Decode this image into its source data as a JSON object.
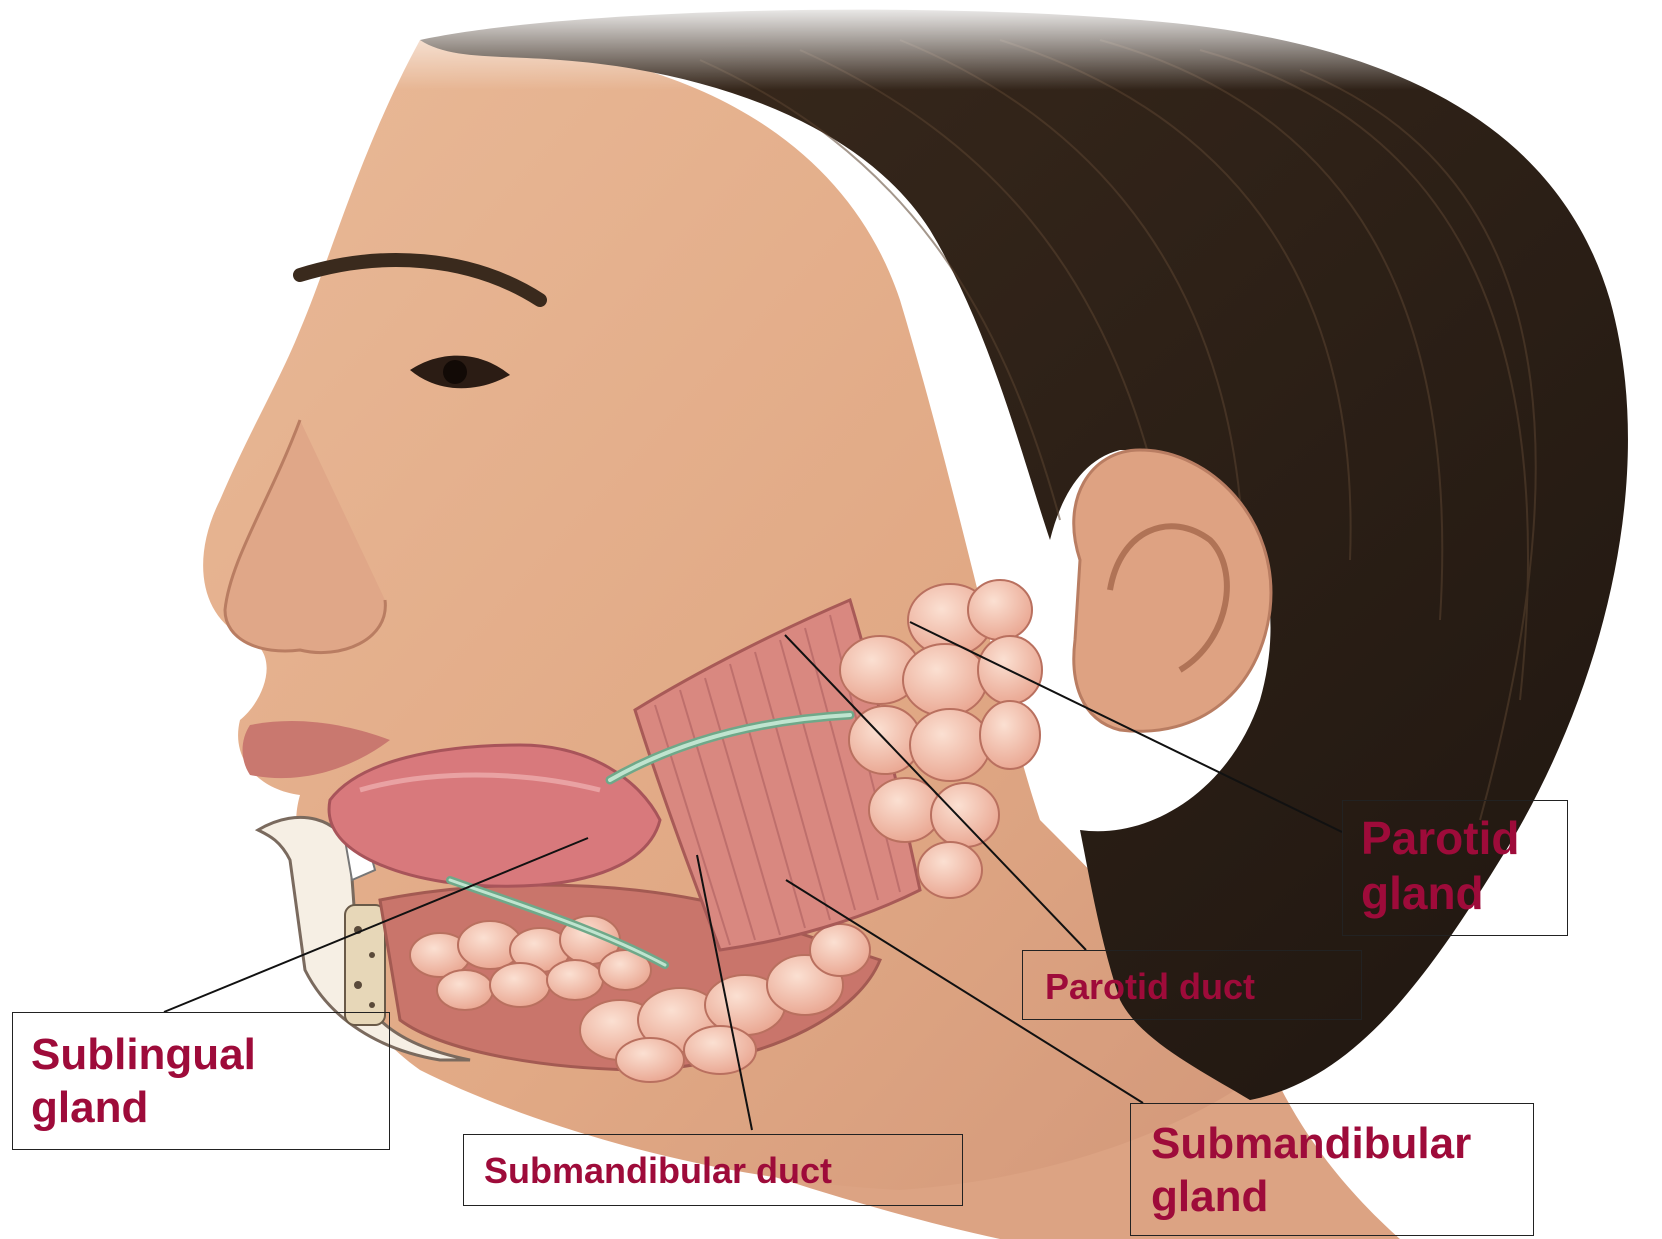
{
  "labels": {
    "parotid_gland": [
      "Parotid",
      "gland"
    ],
    "parotid_duct": "Parotid duct",
    "sublingual_gland": [
      "Sublingual",
      "gland"
    ],
    "submandibular_duct": "Submandibular duct",
    "submandibular_gland": [
      "Submandibular",
      "gland"
    ]
  },
  "colors": {
    "label_text": "#9e0b3a",
    "leader_line": "#111111",
    "hair": "#2e2116",
    "skin": "#e6b28f",
    "gland": "#f2b8a0",
    "muscle": "#d98880",
    "tongue": "#d87a7c",
    "duct": "#8fc4a8"
  }
}
